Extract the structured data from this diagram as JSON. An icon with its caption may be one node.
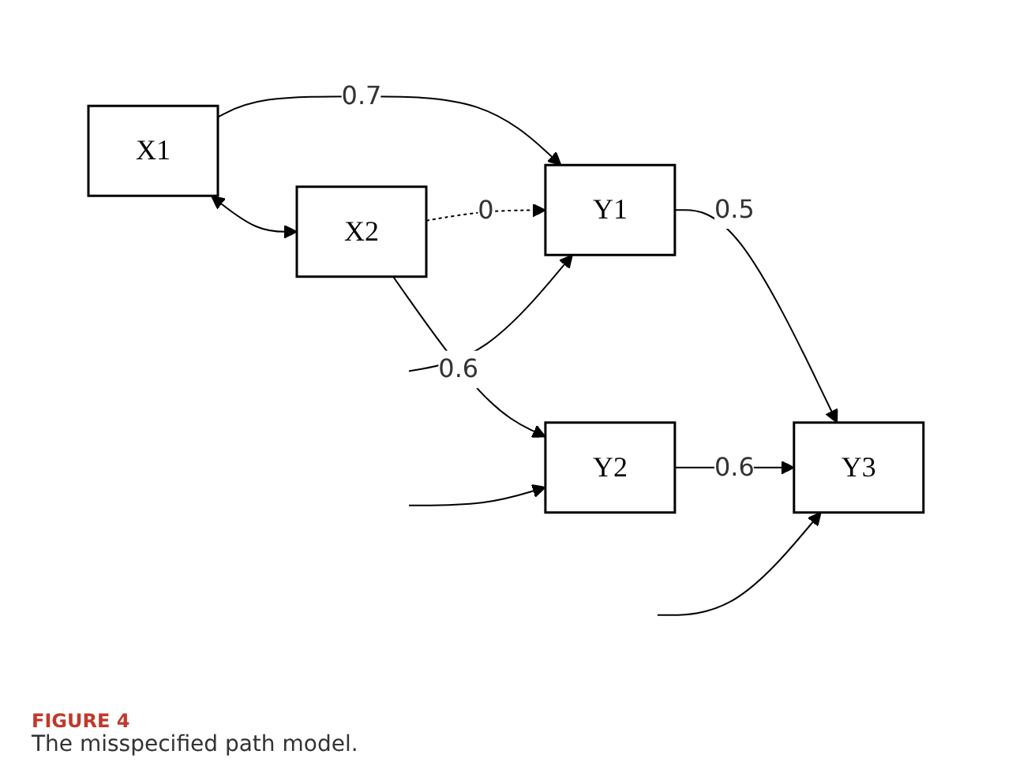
{
  "diagram": {
    "caption": "The misspecified path model.",
    "nodes": [
      {
        "text": [
          "X1"
        ]
      },
      {
        "text": [
          "X2"
        ]
      },
      {
        "text": [
          "Y1"
        ]
      },
      {
        "text": [
          "Y2"
        ]
      },
      {
        "text": [
          "Y3"
        ]
      }
    ],
    "edges": [
      {
        "from": 0,
        "to": 1,
        "arrow": "both"
      },
      {
        "from": 0,
        "to": 2,
        "arrow": "to",
        "label": "0.7"
      },
      {
        "from": 1,
        "to": 2,
        "arrow": "to",
        "label": "0",
        "style": "dashed"
      },
      {
        "from": 1,
        "to": 3,
        "arrow": "to",
        "label": "0.6"
      },
      {
        "from": 2,
        "to": 4,
        "arrow": "to",
        "label": "0.5"
      },
      {
        "from": 3,
        "to": 4,
        "arrow": "to",
        "label": "0.6"
      },
      {
        "from": null,
        "to": 2,
        "arrow": "to"
      },
      {
        "from": null,
        "to": 4,
        "arrow": "to"
      },
      {
        "from": null,
        "to": 3,
        "arrow": "to"
      }
    ],
    "labels": [
      "FIGURE 4"
    ]
  }
}
